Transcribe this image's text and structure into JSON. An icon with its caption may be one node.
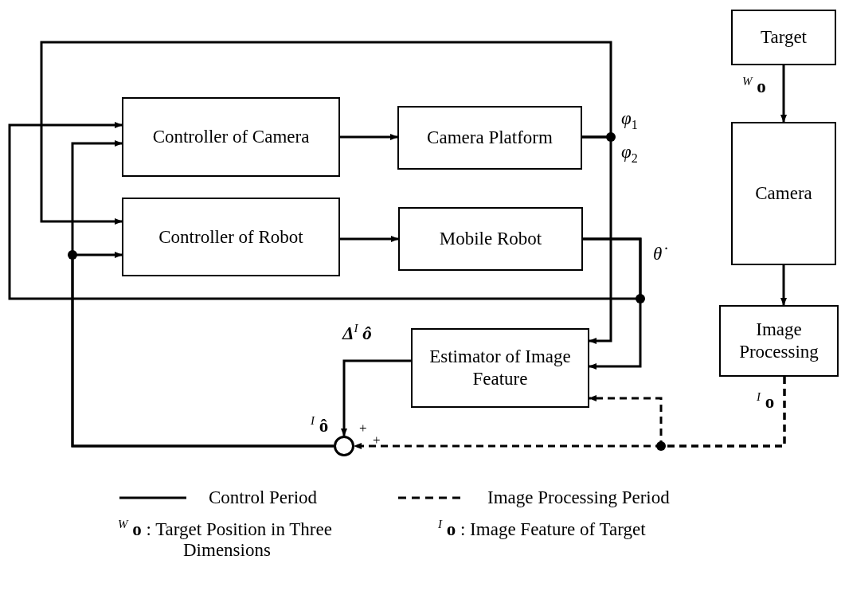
{
  "diagram": {
    "nodes": [
      {
        "text": [
          "Controller of Camera"
        ]
      },
      {
        "text": [
          "Camera Platform"
        ]
      },
      {
        "text": [
          "Controller of Robot"
        ]
      },
      {
        "text": [
          "Mobile Robot"
        ]
      },
      {
        "text": [
          "Target"
        ]
      },
      {
        "text": [
          "Camera"
        ]
      },
      {
        "text": [
          "Image Processing"
        ]
      },
      {
        "text": [
          "Estimator of Image Feature"
        ]
      },
      {
        "text": [],
        "shape": "circle"
      }
    ],
    "edges": [
      {
        "from": 0,
        "to": 1,
        "arrow": "to"
      },
      {
        "from": 2,
        "to": 3,
        "arrow": "to"
      },
      {
        "from": 1,
        "to": 2,
        "arrow": "to"
      },
      {
        "from": 1,
        "to": 7,
        "arrow": "to"
      },
      {
        "from": 3,
        "to": 0,
        "arrow": "to"
      },
      {
        "from": 3,
        "to": 7,
        "arrow": "to"
      },
      {
        "from": 4,
        "to": 5,
        "arrow": "to"
      },
      {
        "from": 5,
        "to": 6,
        "arrow": "to"
      },
      {
        "from": 6,
        "to": 8,
        "arrow": "to",
        "style": "dashed"
      },
      {
        "from": 6,
        "to": 7,
        "arrow": "to",
        "style": "dashed"
      },
      {
        "from": 7,
        "to": 8,
        "arrow": "to"
      },
      {
        "from": 8,
        "to": 0,
        "arrow": "to"
      },
      {
        "from": 8,
        "to": 2,
        "arrow": "to"
      }
    ],
    "labels": [
      "φ$_{1}$",
      "φ$_{2}$",
      "θ̇",
      "$^{W}$ **o**",
      "Δ$^{I}$ ô",
      "$^{I}$ **ô**",
      "+",
      "+",
      "$^{I}$ **o**",
      "$^{W}$ **o** : Target Position in Three Dimensions",
      "$^{I}$ **o** : Image Feature of Target"
    ],
    "legend": [
      {
        "text": "Control Period"
      },
      {
        "text": "Image Processing Period"
      }
    ]
  }
}
